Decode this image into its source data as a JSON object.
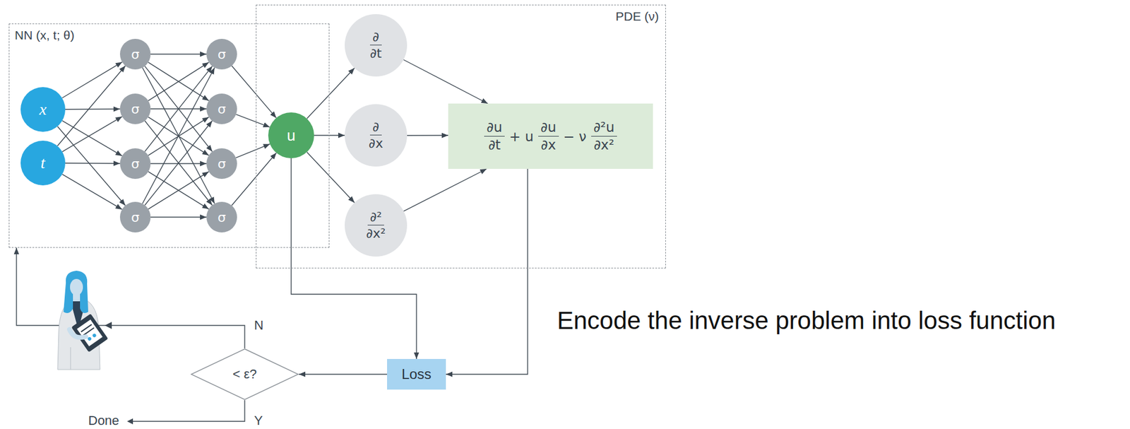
{
  "diagram": {
    "nodes": [
      {
        "text": [
          "NN (x, t; θ)"
        ]
      },
      {
        "text": [
          "x"
        ],
        "in": 0
      },
      {
        "text": [
          "t"
        ],
        "in": 0
      },
      {
        "text": [
          "σ"
        ],
        "in": 0
      },
      {
        "text": [
          "σ"
        ],
        "in": 0
      },
      {
        "text": [
          "σ"
        ],
        "in": 0
      },
      {
        "text": [
          "σ"
        ],
        "in": 0
      },
      {
        "text": [
          "σ"
        ],
        "in": 0
      },
      {
        "text": [
          "σ"
        ],
        "in": 0
      },
      {
        "text": [
          "σ"
        ],
        "in": 0
      },
      {
        "text": [
          "σ"
        ],
        "in": 0
      },
      {
        "text": [
          "u"
        ],
        "in": 0
      },
      {
        "text": [
          "PDE (ν)"
        ]
      },
      {
        "text": [
          "∂",
          "∂t"
        ],
        "in": 12
      },
      {
        "text": [
          "∂",
          "∂x"
        ],
        "in": 12
      },
      {
        "text": [
          "∂²",
          "∂x²"
        ],
        "in": 12
      },
      {
        "text": [
          "∂u",
          "∂t",
          "+ u",
          "∂u",
          "∂x",
          "− ν",
          "∂²u",
          "∂x²"
        ],
        "in": 12
      },
      {
        "text": [
          "Loss"
        ]
      },
      {
        "text": [
          "< ε?"
        ]
      }
    ],
    "edges": [
      {
        "from": 1,
        "to": 3,
        "arrow": "to"
      },
      {
        "from": 1,
        "to": 4,
        "arrow": "to"
      },
      {
        "from": 1,
        "to": 5,
        "arrow": "to"
      },
      {
        "from": 1,
        "to": 6,
        "arrow": "to"
      },
      {
        "from": 2,
        "to": 3,
        "arrow": "to"
      },
      {
        "from": 2,
        "to": 4,
        "arrow": "to"
      },
      {
        "from": 2,
        "to": 5,
        "arrow": "to"
      },
      {
        "from": 2,
        "to": 6,
        "arrow": "to"
      },
      {
        "from": 3,
        "to": 7,
        "arrow": "to"
      },
      {
        "from": 3,
        "to": 8,
        "arrow": "to"
      },
      {
        "from": 3,
        "to": 9,
        "arrow": "to"
      },
      {
        "from": 3,
        "to": 10,
        "arrow": "to"
      },
      {
        "from": 4,
        "to": 7,
        "arrow": "to"
      },
      {
        "from": 4,
        "to": 8,
        "arrow": "to"
      },
      {
        "from": 4,
        "to": 9,
        "arrow": "to"
      },
      {
        "from": 4,
        "to": 10,
        "arrow": "to"
      },
      {
        "from": 5,
        "to": 7,
        "arrow": "to"
      },
      {
        "from": 5,
        "to": 8,
        "arrow": "to"
      },
      {
        "from": 5,
        "to": 9,
        "arrow": "to"
      },
      {
        "from": 5,
        "to": 10,
        "arrow": "to"
      },
      {
        "from": 6,
        "to": 7,
        "arrow": "to"
      },
      {
        "from": 6,
        "to": 8,
        "arrow": "to"
      },
      {
        "from": 6,
        "to": 9,
        "arrow": "to"
      },
      {
        "from": 6,
        "to": 10,
        "arrow": "to"
      },
      {
        "from": 7,
        "to": 11,
        "arrow": "to"
      },
      {
        "from": 8,
        "to": 11,
        "arrow": "to"
      },
      {
        "from": 9,
        "to": 11,
        "arrow": "to"
      },
      {
        "from": 10,
        "to": 11,
        "arrow": "to"
      },
      {
        "from": 11,
        "to": 13,
        "arrow": "to"
      },
      {
        "from": 11,
        "to": 14,
        "arrow": "to"
      },
      {
        "from": 11,
        "to": 15,
        "arrow": "to"
      },
      {
        "from": 13,
        "to": 16,
        "arrow": "to"
      },
      {
        "from": 14,
        "to": 16,
        "arrow": "to"
      },
      {
        "from": 15,
        "to": 16,
        "arrow": "to"
      },
      {
        "from": 11,
        "to": 17,
        "arrow": "to"
      },
      {
        "from": 16,
        "to": 17,
        "arrow": "to"
      },
      {
        "from": 17,
        "to": 18,
        "arrow": "to"
      },
      {
        "from": 18,
        "to": 0,
        "arrow": "to"
      }
    ],
    "labels": [
      "N",
      "Y",
      "Done",
      "Encode the inverse problem into loss function"
    ]
  }
}
